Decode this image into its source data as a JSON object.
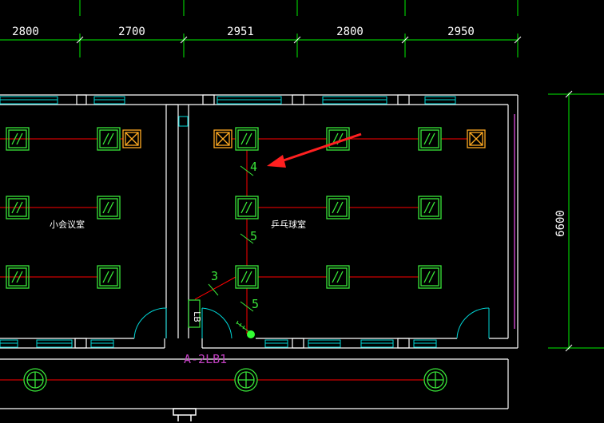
{
  "drawing": {
    "dimensions": {
      "horizontal": [
        "2800",
        "2700",
        "2951",
        "2800",
        "2950"
      ],
      "vertical": "6600"
    },
    "rooms": {
      "small_meeting_room": "小会议室",
      "table_tennis_room": "乒乓球室"
    },
    "wire_counts": [
      "4",
      "5",
      "3",
      "5"
    ],
    "distribution_box": {
      "box_label": "LB",
      "panel_label": "A-2LB1"
    },
    "layers": {
      "dimension_color": "#00ee00",
      "wall_color": "#ffffff",
      "wiring_color": "#ff0000",
      "fixture_color": "#39e639",
      "exhaust_fan_color": "#ffaa22",
      "door_color": "#00d8d8",
      "annotation_color": "#b040b0",
      "arrow_color": "#ff2020"
    }
  }
}
